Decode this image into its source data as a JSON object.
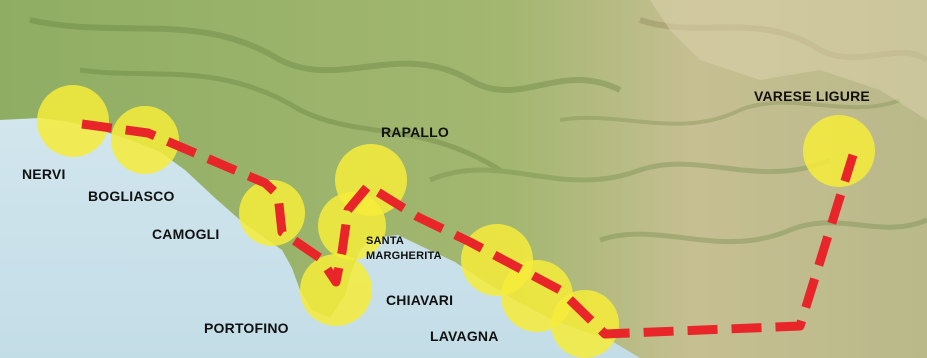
{
  "map": {
    "colors": {
      "sea": "#cfe3ec",
      "land_low": "#9bb46c",
      "land_high": "#c8b98c",
      "route": "#e8262a",
      "stop_marker": "#f6ec3a"
    },
    "places": [
      {
        "id": "nervi",
        "label": "NERVI"
      },
      {
        "id": "bogliasco",
        "label": "BOGLIASCO"
      },
      {
        "id": "camogli",
        "label": "CAMOGLI"
      },
      {
        "id": "portofino",
        "label": "PORTOFINO"
      },
      {
        "id": "santa-margherita",
        "label_line1": "SANTA",
        "label_line2": "MARGHERITA"
      },
      {
        "id": "rapallo",
        "label": "RAPALLO"
      },
      {
        "id": "chiavari",
        "label": "CHIAVARI"
      },
      {
        "id": "lavagna",
        "label": "LAVAGNA"
      },
      {
        "id": "varese-ligure",
        "label": "VARESE LIGURE"
      }
    ]
  }
}
